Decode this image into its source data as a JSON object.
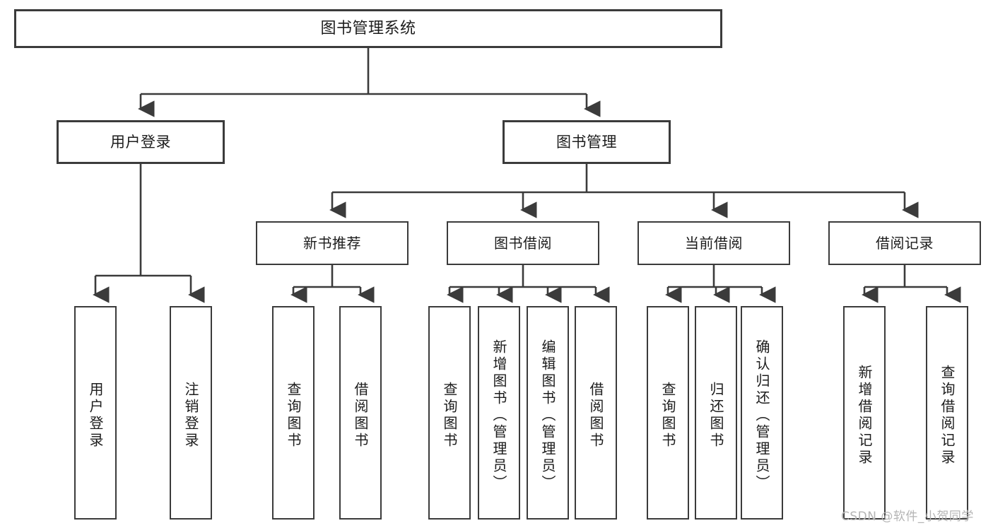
{
  "diagram": {
    "title": "图书管理系统",
    "type": "tree-hierarchy",
    "root": {
      "label": "图书管理系统"
    },
    "level2": [
      {
        "label": "用户登录"
      },
      {
        "label": "图书管理"
      }
    ],
    "level3": [
      {
        "label": "新书推荐"
      },
      {
        "label": "图书借阅"
      },
      {
        "label": "当前借阅"
      },
      {
        "label": "借阅记录"
      }
    ],
    "leaves": {
      "user_login": [
        {
          "label": "用户登录"
        },
        {
          "label": "注销登录"
        }
      ],
      "new_book_recommend": [
        {
          "label": "查询图书"
        },
        {
          "label": "借阅图书"
        }
      ],
      "book_borrow": [
        {
          "label": "查询图书"
        },
        {
          "label": "新增图书（管理员）"
        },
        {
          "label": "编辑图书（管理员）"
        },
        {
          "label": "借阅图书"
        }
      ],
      "current_borrow": [
        {
          "label": "查询图书"
        },
        {
          "label": "归还图书"
        },
        {
          "label": "确认归还（管理员）"
        }
      ],
      "borrow_record": [
        {
          "label": "新增借阅记录"
        },
        {
          "label": "查询借阅记录"
        }
      ]
    }
  },
  "watermark": {
    "text": "CSDN @软件_小贺同学"
  },
  "colors": {
    "border": "#3b3b3b",
    "text": "#1c1c1c",
    "background": "#ffffff",
    "watermark": "#b4b4b4"
  }
}
